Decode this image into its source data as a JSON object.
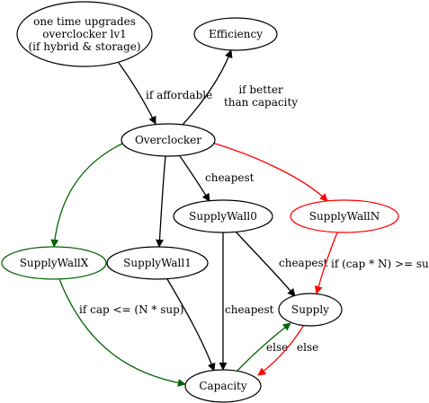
{
  "colors": {
    "default": "#000000",
    "red": "#ff0000",
    "green": "#006400"
  },
  "nodes": [
    {
      "id": "upgrades",
      "lines": [
        "one time upgrades",
        "overclocker lv1",
        "(if hybrid & storage)"
      ],
      "color": "default"
    },
    {
      "id": "efficiency",
      "lines": [
        "Efficiency"
      ],
      "color": "default"
    },
    {
      "id": "overclocker",
      "lines": [
        "Overclocker"
      ],
      "color": "default"
    },
    {
      "id": "supplywall0",
      "lines": [
        "SupplyWall0"
      ],
      "color": "default"
    },
    {
      "id": "supplywalln",
      "lines": [
        "SupplyWallN"
      ],
      "color": "red"
    },
    {
      "id": "supplywallx",
      "lines": [
        "SupplyWallX"
      ],
      "color": "green"
    },
    {
      "id": "supplywall1",
      "lines": [
        "SupplyWall1"
      ],
      "color": "default"
    },
    {
      "id": "supply",
      "lines": [
        "Supply"
      ],
      "color": "default"
    },
    {
      "id": "capacity",
      "lines": [
        "Capacity"
      ],
      "color": "default"
    }
  ],
  "edges": [
    {
      "id": "upgrades-overclocker",
      "from": "upgrades",
      "to": "overclocker",
      "color": "default",
      "label": [
        "if affordable"
      ]
    },
    {
      "id": "overclocker-efficiency",
      "from": "overclocker",
      "to": "efficiency",
      "color": "default",
      "label": [
        "if better",
        "than capacity"
      ]
    },
    {
      "id": "overclocker-supplywallx",
      "from": "overclocker",
      "to": "supplywallx",
      "color": "green",
      "label": []
    },
    {
      "id": "overclocker-supplywall1",
      "from": "overclocker",
      "to": "supplywall1",
      "color": "default",
      "label": []
    },
    {
      "id": "overclocker-supplywall0",
      "from": "overclocker",
      "to": "supplywall0",
      "color": "default",
      "label": [
        "cheapest"
      ]
    },
    {
      "id": "overclocker-supplywalln",
      "from": "overclocker",
      "to": "supplywalln",
      "color": "red",
      "label": []
    },
    {
      "id": "supplywall0-supply",
      "from": "supplywall0",
      "to": "supply",
      "color": "default",
      "label": [
        "cheapest"
      ]
    },
    {
      "id": "supplywall0-capacity",
      "from": "supplywall0",
      "to": "capacity",
      "color": "default",
      "label": [
        "cheapest"
      ]
    },
    {
      "id": "supplywalln-supply",
      "from": "supplywalln",
      "to": "supply",
      "color": "red",
      "label": [
        "if (cap * N) >= sup)"
      ]
    },
    {
      "id": "supplywallx-capacity",
      "from": "supplywallx",
      "to": "capacity",
      "color": "green",
      "label": [
        "if cap <= (N * sup)"
      ]
    },
    {
      "id": "supplywall1-capacity",
      "from": "supplywall1",
      "to": "capacity",
      "color": "default",
      "label": []
    },
    {
      "id": "capacity-supply",
      "from": "capacity",
      "to": "supply",
      "color": "green",
      "label": [
        "else"
      ]
    },
    {
      "id": "supply-capacity",
      "from": "supply",
      "to": "capacity",
      "color": "red",
      "label": [
        "else"
      ]
    }
  ]
}
